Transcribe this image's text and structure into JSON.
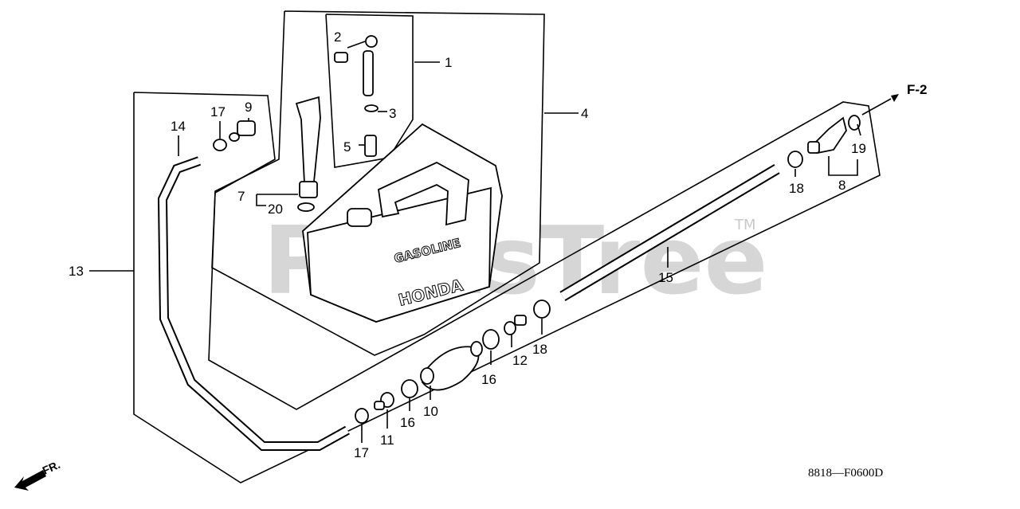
{
  "watermark": {
    "text": "PartsTree",
    "trademark": "TM"
  },
  "diagram_code": "8818—F0600D",
  "ref_label": "F-2",
  "direction_label": "FR.",
  "tank": {
    "brand": "HONDA",
    "fuel": "GASOLINE"
  },
  "parts": [
    {
      "id": "p1",
      "label": "1"
    },
    {
      "id": "p2",
      "label": "2"
    },
    {
      "id": "p3",
      "label": "3"
    },
    {
      "id": "p4",
      "label": "4"
    },
    {
      "id": "p5",
      "label": "5"
    },
    {
      "id": "p7",
      "label": "7"
    },
    {
      "id": "p8",
      "label": "8"
    },
    {
      "id": "p9",
      "label": "9"
    },
    {
      "id": "p10",
      "label": "10"
    },
    {
      "id": "p11",
      "label": "11"
    },
    {
      "id": "p12",
      "label": "12"
    },
    {
      "id": "p13",
      "label": "13"
    },
    {
      "id": "p14",
      "label": "14"
    },
    {
      "id": "p15",
      "label": "15"
    },
    {
      "id": "p16a",
      "label": "16"
    },
    {
      "id": "p16b",
      "label": "16"
    },
    {
      "id": "p17a",
      "label": "17"
    },
    {
      "id": "p17b",
      "label": "17"
    },
    {
      "id": "p18a",
      "label": "18"
    },
    {
      "id": "p18b",
      "label": "18"
    },
    {
      "id": "p19",
      "label": "19"
    },
    {
      "id": "p20",
      "label": "20"
    }
  ]
}
